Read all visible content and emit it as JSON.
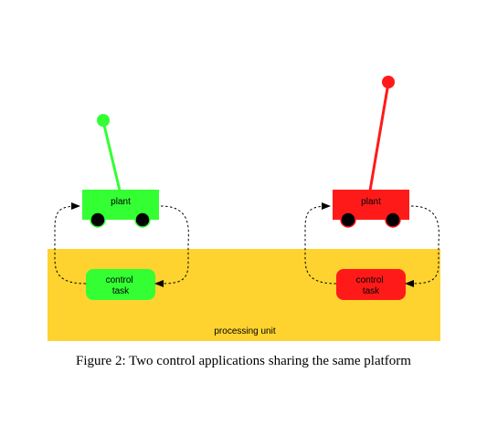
{
  "diagram": {
    "processing_unit": {
      "label": "processing unit",
      "color": "#fed330"
    },
    "applications": [
      {
        "plant_label": "plant",
        "control_label_line1": "control",
        "control_label_line2": "task",
        "color": "#33ff33"
      },
      {
        "plant_label": "plant",
        "control_label_line1": "control",
        "control_label_line2": "task",
        "color": "#ff1a1a"
      }
    ]
  },
  "caption": "Figure 2:  Two control applications sharing the same platform"
}
